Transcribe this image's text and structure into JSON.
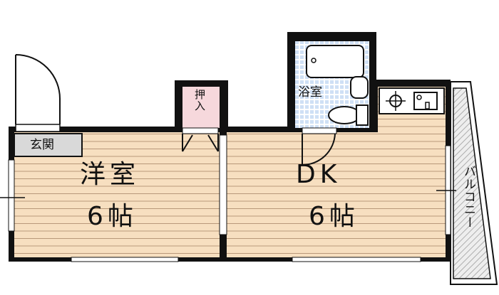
{
  "rooms": {
    "western_room": {
      "name": "洋室",
      "size": "6帖"
    },
    "dk": {
      "name": "DK",
      "size": "6帖"
    },
    "closet": {
      "name": "押入"
    },
    "entrance": {
      "name": "玄関"
    },
    "bathroom": {
      "name": "浴室"
    },
    "balcony": {
      "name": "バルコニー"
    }
  },
  "colors": {
    "wall": "#111111",
    "floor": "#f7dfc0",
    "floor_line": "#b8987a",
    "closet": "#f6d8dc",
    "entrance": "#d9d9d9",
    "bath_tile": "#cfe0f5"
  }
}
